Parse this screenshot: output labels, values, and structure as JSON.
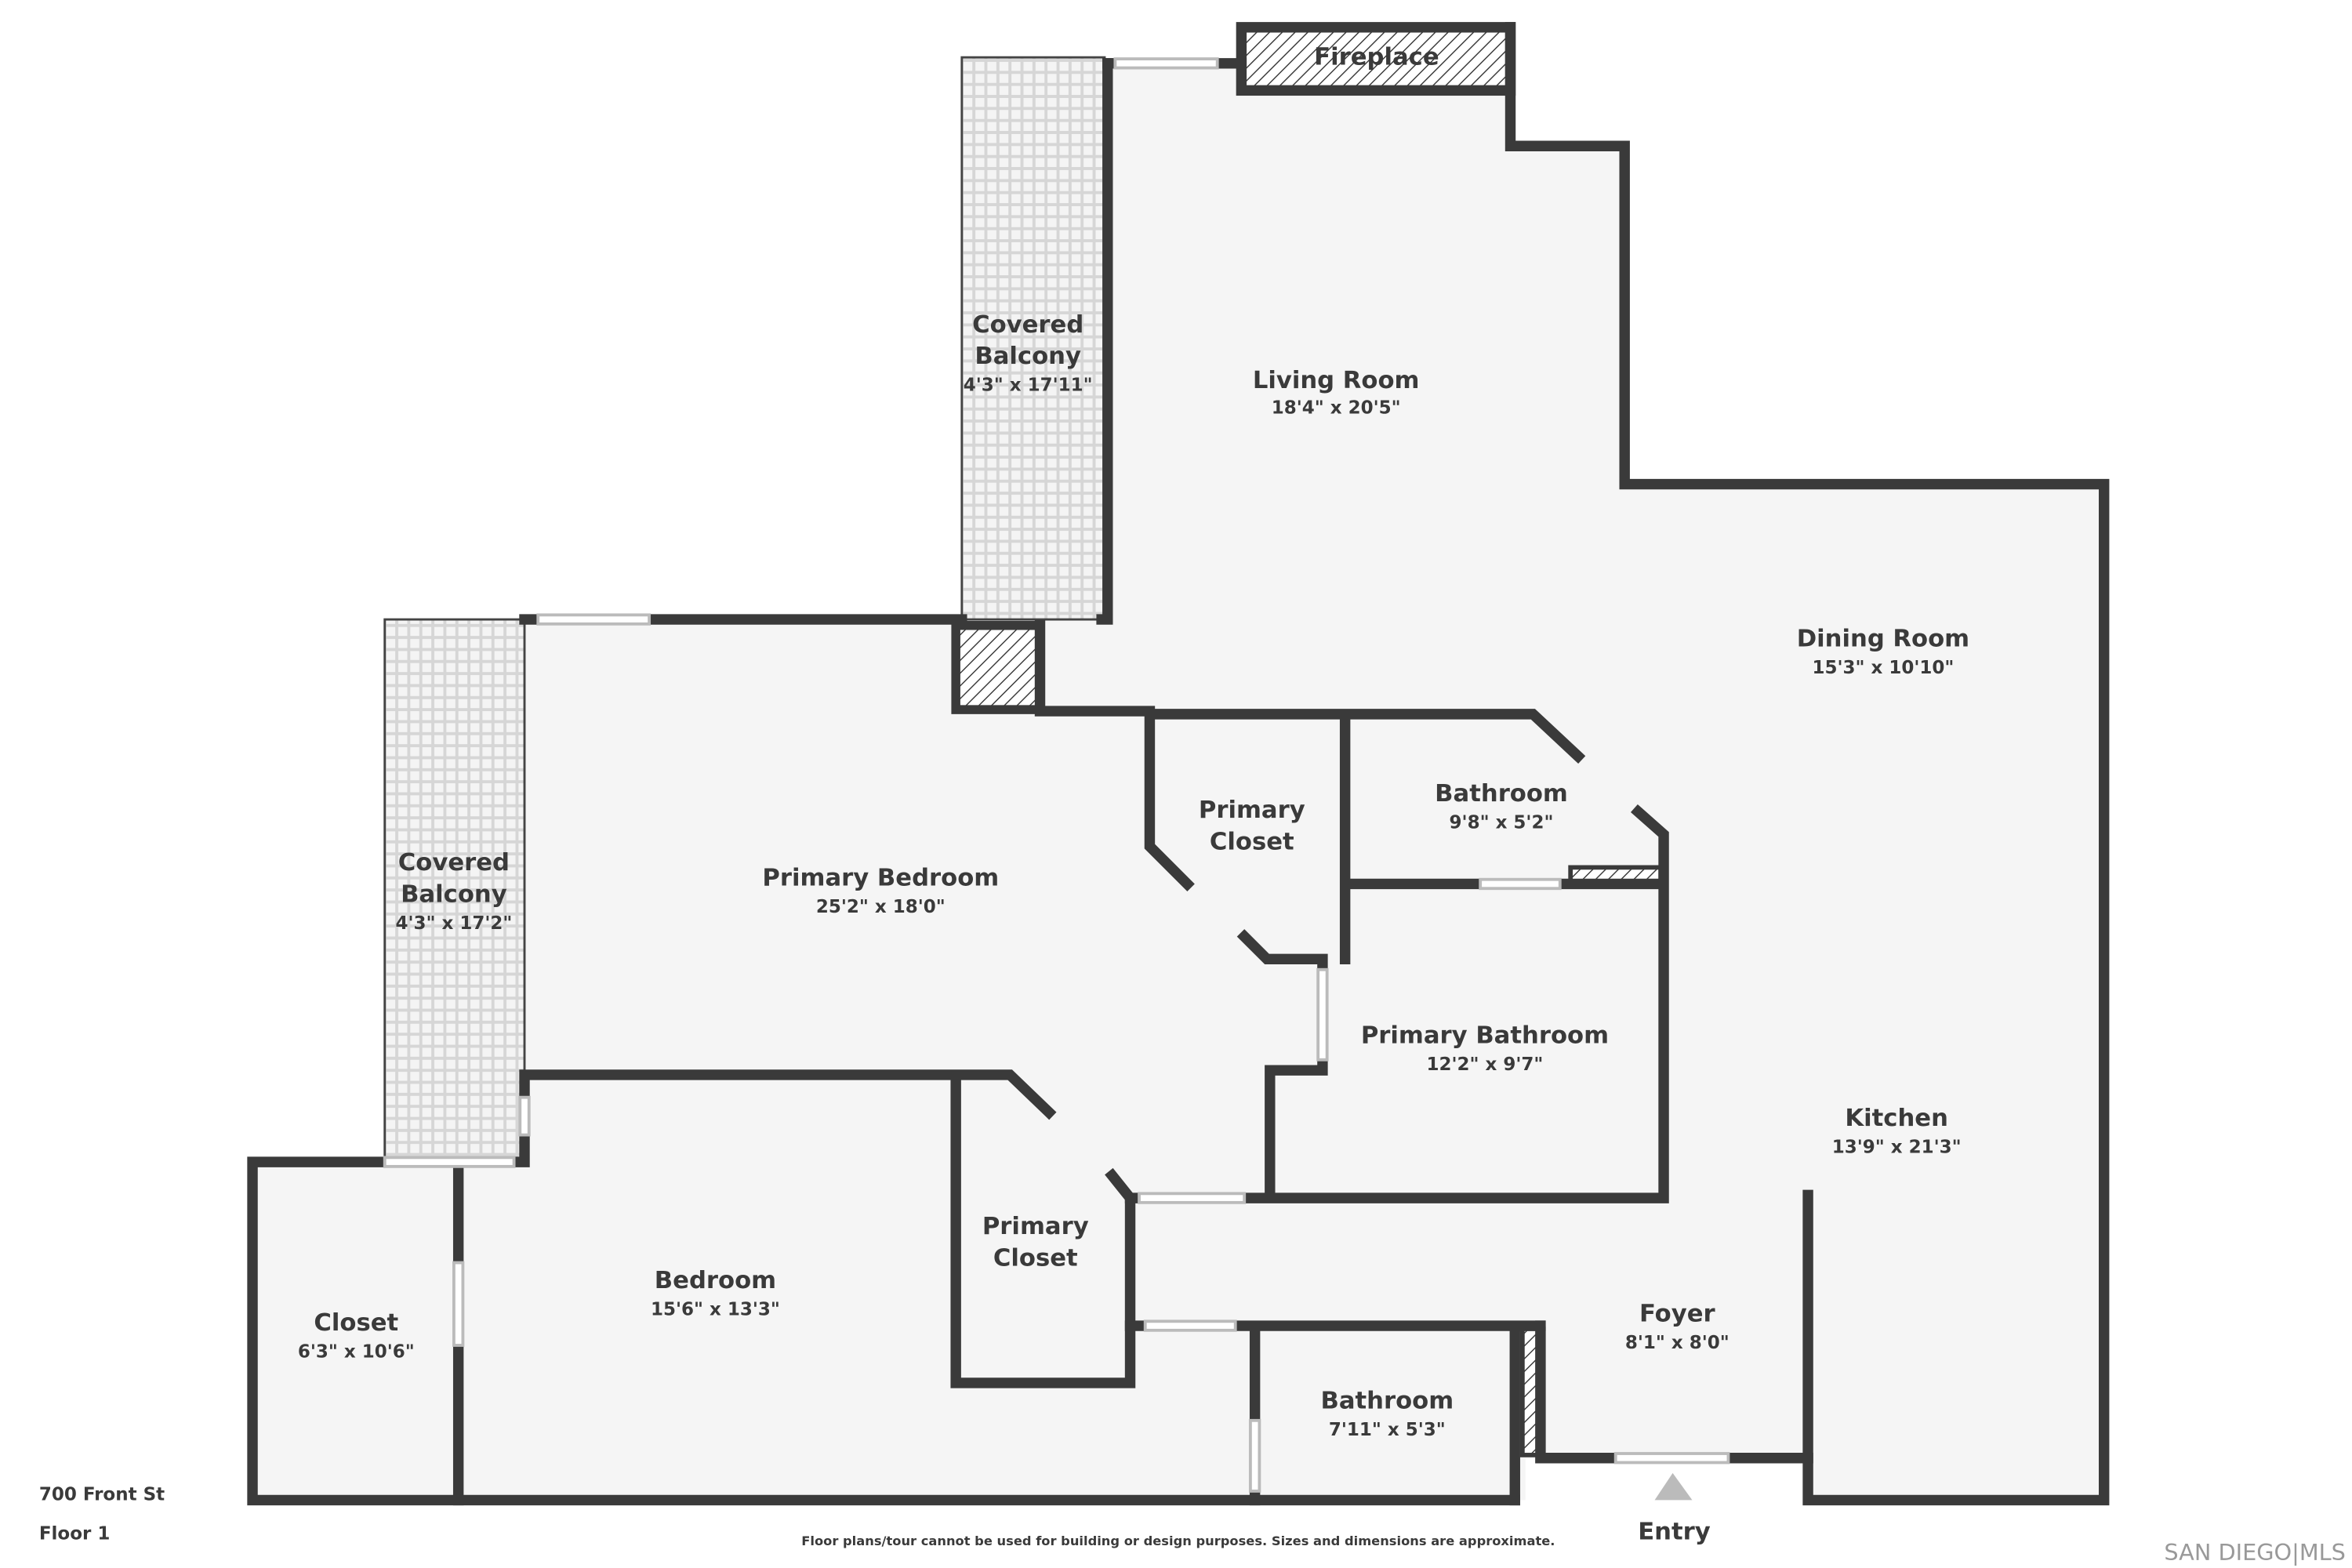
{
  "address": "700 Front St",
  "floor": "Floor 1",
  "disclaimer": "Floor plans/tour cannot be used for building or design purposes. Sizes and dimensions are approximate.",
  "entry_label": "Entry",
  "watermark": "SAN DIEGO|MLS",
  "colors": {
    "wall": "#3a3a3a",
    "floor": "#f5f5f5"
  },
  "rooms": {
    "fireplace": {
      "name": "Fireplace"
    },
    "balcony_top": {
      "name1": "Covered",
      "name2": "Balcony",
      "size": "4'3\" x 17'11\""
    },
    "living": {
      "name": "Living Room",
      "size": "18'4\" x 20'5\""
    },
    "dining": {
      "name": "Dining Room",
      "size": "15'3\" x 10'10\""
    },
    "balcony_left": {
      "name1": "Covered",
      "name2": "Balcony",
      "size": "4'3\" x 17'2\""
    },
    "primary_bedroom": {
      "name": "Primary Bedroom",
      "size": "25'2\" x 18'0\""
    },
    "primary_closet_1": {
      "name1": "Primary",
      "name2": "Closet"
    },
    "bathroom_1": {
      "name": "Bathroom",
      "size": "9'8\" x 5'2\""
    },
    "primary_bathroom": {
      "name": "Primary Bathroom",
      "size": "12'2\" x 9'7\""
    },
    "kitchen": {
      "name": "Kitchen",
      "size": "13'9\" x 21'3\""
    },
    "primary_closet_2": {
      "name1": "Primary",
      "name2": "Closet"
    },
    "bedroom": {
      "name": "Bedroom",
      "size": "15'6\" x 13'3\""
    },
    "closet": {
      "name": "Closet",
      "size": "6'3\" x 10'6\""
    },
    "foyer": {
      "name": "Foyer",
      "size": "8'1\" x 8'0\""
    },
    "bathroom_2": {
      "name": "Bathroom",
      "size": "7'11\" x 5'3\""
    }
  }
}
